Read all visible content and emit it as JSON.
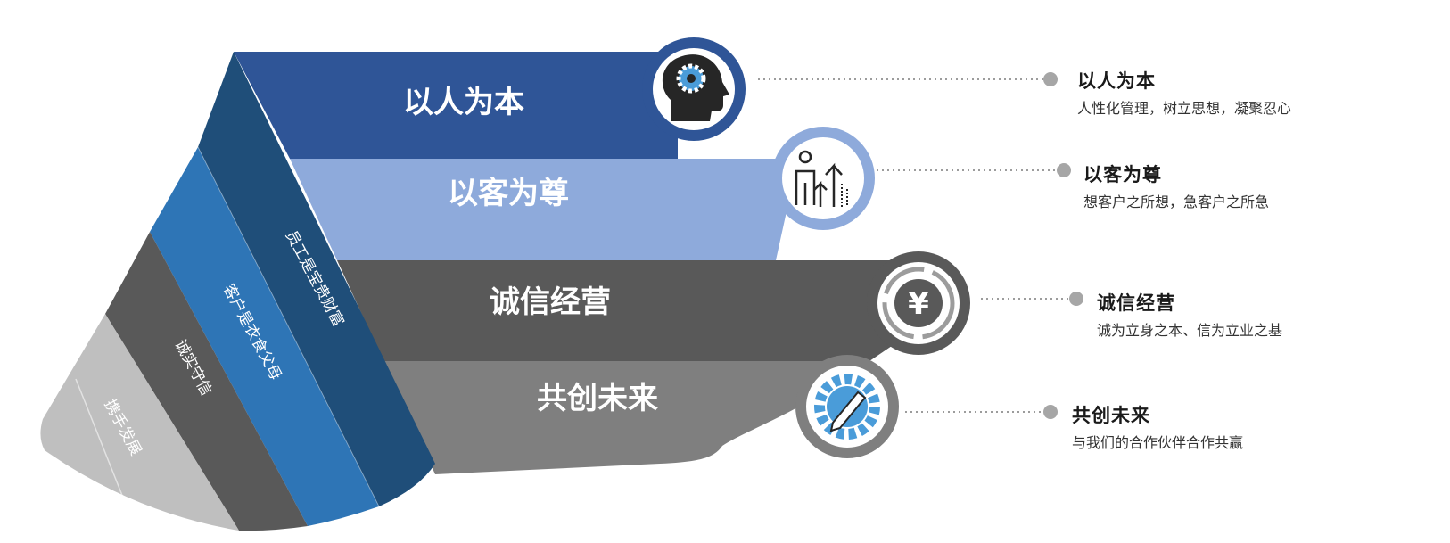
{
  "colors": {
    "layer1": "#2F5597",
    "layer2": "#8EAADB",
    "layer3": "#595959",
    "layer4": "#7F7F7F",
    "cone_dark_blue": "#1F4E79",
    "cone_blue": "#2E75B6",
    "cone_dark_gray": "#595959",
    "cone_light_gray": "#BFBFBF",
    "connector_dot": "#A6A6A6",
    "icon_accent": "#4A9CD9"
  },
  "layers": [
    {
      "title": "以人为本",
      "icon": "head-gear-icon",
      "desc_title": "以人为本",
      "desc_text": "人性化管理，树立思想，凝聚忍心"
    },
    {
      "title": "以客为尊",
      "icon": "people-growth-icon",
      "desc_title": "以客为尊",
      "desc_text": "想客户之所想，急客户之所急"
    },
    {
      "title": "诚信经营",
      "icon": "yen-coin-icon",
      "desc_title": "诚信经营",
      "desc_text": "诚为立身之本、信为立业之基"
    },
    {
      "title": "共创未来",
      "icon": "gear-pen-icon",
      "desc_title": "共创未来",
      "desc_text": "与我们的合作伙伴合作共赢"
    }
  ],
  "cone_bands": [
    {
      "label": "员工是宝贵财富"
    },
    {
      "label": "客户是衣食父母"
    },
    {
      "label": "诚实守信"
    },
    {
      "label": "携手发展"
    }
  ]
}
